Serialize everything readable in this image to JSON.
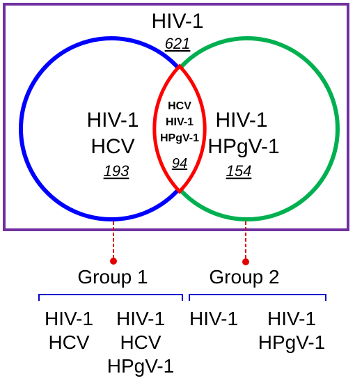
{
  "frame": {
    "title": "HIV-1",
    "count": "621",
    "border_color": "#7030A0"
  },
  "left_circle": {
    "line1": "HIV-1",
    "line2": "HCV",
    "count": "193",
    "color": "#0000FF"
  },
  "right_circle": {
    "line1": "HIV-1",
    "line2": "HPgV-1",
    "count": "154",
    "color": "#00B050"
  },
  "intersection": {
    "line1": "HCV",
    "line2": "HIV-1",
    "line3": "HPgV-1",
    "count": "94",
    "color": "#FF0000"
  },
  "connector_color": "#E00000",
  "bracket_color": "#0000CC",
  "groups": [
    {
      "label": "Group 1",
      "members": [
        {
          "lines": [
            "HIV-1",
            "HCV"
          ]
        },
        {
          "lines": [
            "HIV-1",
            "HCV",
            "HPgV-1"
          ]
        }
      ]
    },
    {
      "label": "Group 2",
      "members": [
        {
          "lines": [
            "HIV-1"
          ]
        },
        {
          "lines": [
            "HIV-1",
            "HPgV-1"
          ]
        }
      ]
    }
  ]
}
